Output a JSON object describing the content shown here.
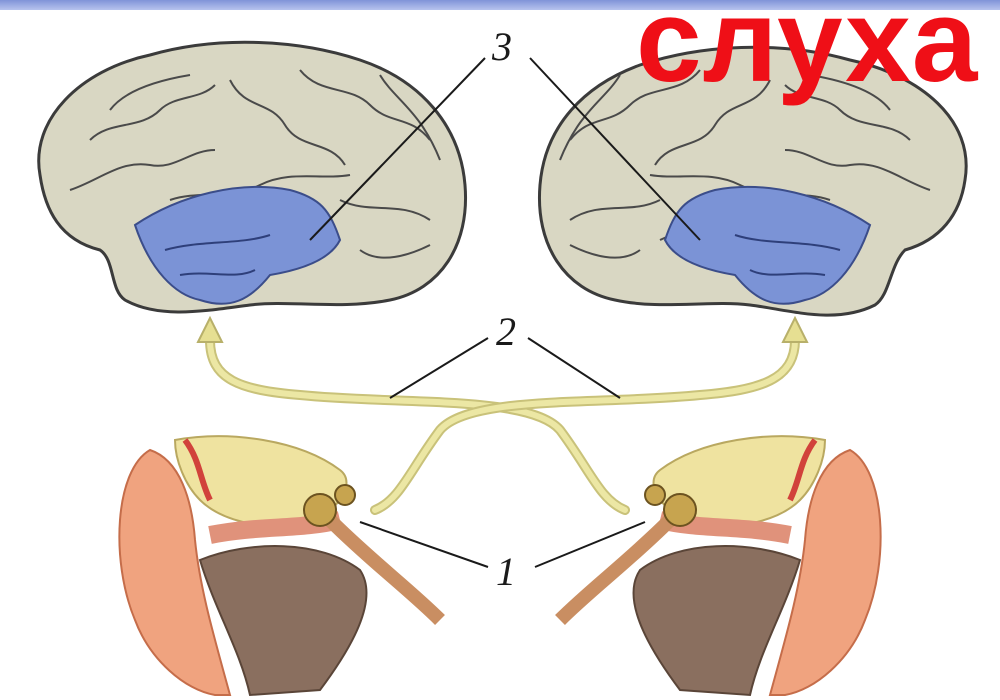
{
  "title": "слуха",
  "labels": {
    "ear": "1",
    "nerve": "2",
    "cortex": "3"
  },
  "colors": {
    "title": "#ef0f17",
    "brain": "#d9d7c3",
    "auditory_cortex": "#7b93d6",
    "nerve_path": "#e8e39a",
    "ear_skin": "#f0a37f",
    "bone": "#efe3a0"
  }
}
